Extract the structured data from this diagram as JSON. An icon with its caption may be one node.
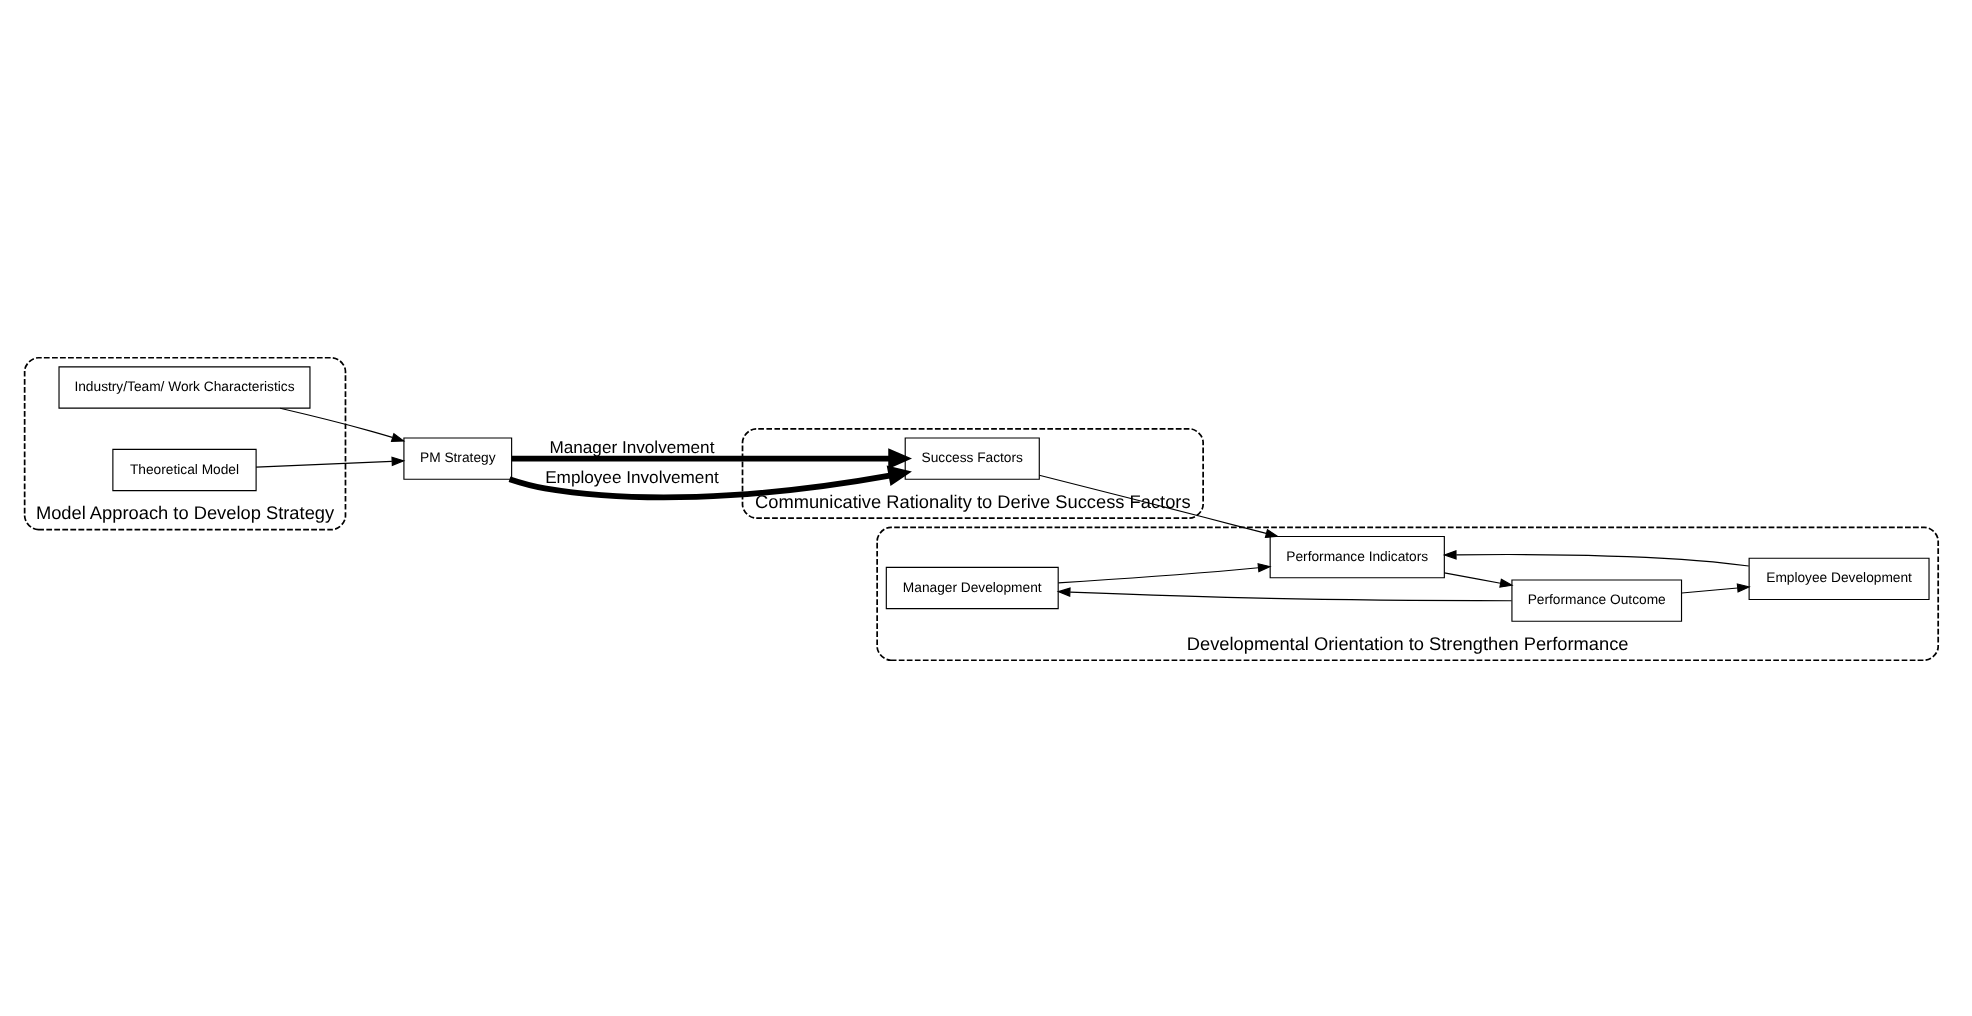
{
  "diagram": {
    "nodes": [
      {
        "text": [
          "Model Approach to Develop Strategy"
        ]
      },
      {
        "text": [
          "Communicative Rationality to Derive Success Factors"
        ]
      },
      {
        "text": [
          "Developmental Orientation to Strengthen Performance"
        ]
      },
      {
        "text": [
          "Industry/Team/ Work Characteristics"
        ],
        "in": 0
      },
      {
        "text": [
          "Theoretical Model"
        ],
        "in": 0
      },
      {
        "text": [
          "PM Strategy"
        ]
      },
      {
        "text": [
          "Success Factors"
        ],
        "in": 1
      },
      {
        "text": [
          "Manager Development"
        ],
        "in": 2
      },
      {
        "text": [
          "Performance Indicators"
        ],
        "in": 2
      },
      {
        "text": [
          "Performance Outcome"
        ],
        "in": 2
      },
      {
        "text": [
          "Employee Development"
        ],
        "in": 2
      }
    ],
    "edges": [
      {
        "from": 3,
        "to": 5,
        "arrow": "to"
      },
      {
        "from": 4,
        "to": 5,
        "arrow": "to"
      },
      {
        "from": 5,
        "to": 6,
        "arrow": "to",
        "label": "Manager Involvement",
        "style": "thick"
      },
      {
        "from": 5,
        "to": 6,
        "arrow": "to",
        "label": "Employee Involvement",
        "style": "thick"
      },
      {
        "from": 6,
        "to": 8,
        "arrow": "to"
      },
      {
        "from": 8,
        "to": 9,
        "arrow": "to"
      },
      {
        "from": 9,
        "to": 7,
        "arrow": "to"
      },
      {
        "from": 7,
        "to": 8,
        "arrow": "to"
      },
      {
        "from": 9,
        "to": 10,
        "arrow": "to"
      },
      {
        "from": 10,
        "to": 8,
        "arrow": "to"
      }
    ]
  }
}
